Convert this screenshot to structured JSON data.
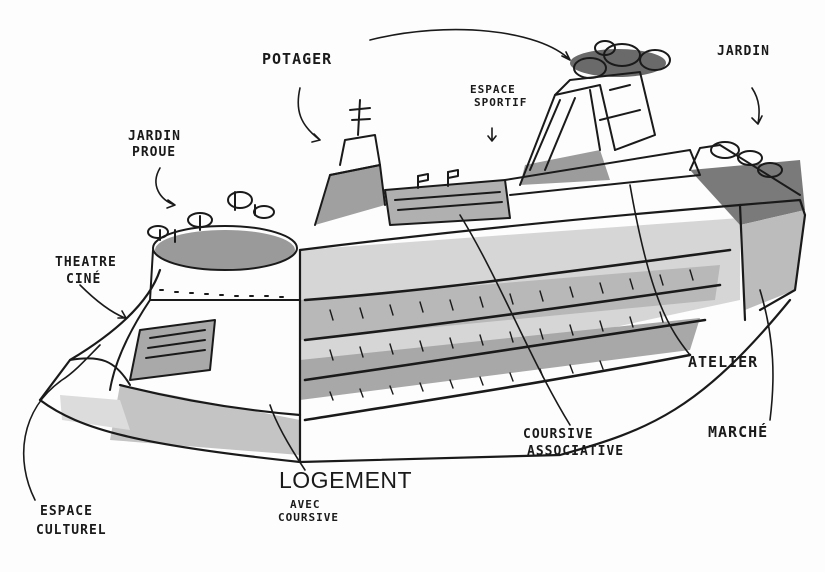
{
  "labels": {
    "potager": "POTAGER",
    "jardin": "JARDIN",
    "espace_sportif_1": "ESPACE",
    "espace_sportif_2": "SPORTIF",
    "jardin_proue_1": "JARDIN",
    "jardin_proue_2": "PROUE",
    "theatre_cine_1": "THEATRE",
    "theatre_cine_2": "CINÉ",
    "atelier": "ATELIER",
    "coursive_associative_1": "COURSIVE",
    "coursive_associative_2": "ASSOCIATIVE",
    "marche": "MARCHÉ",
    "logement": "LOGEMENT",
    "logement_sub_1": "AVEC",
    "logement_sub_2": "COURSIVE",
    "espace_culturel_1": "ESPACE",
    "espace_culturel_2": "CULTUREL"
  },
  "colors": {
    "ink": "#1a1a1a",
    "wash": "#9a9a9a",
    "light_wash": "#cfcfcf",
    "paper": "#fdfdfd"
  }
}
